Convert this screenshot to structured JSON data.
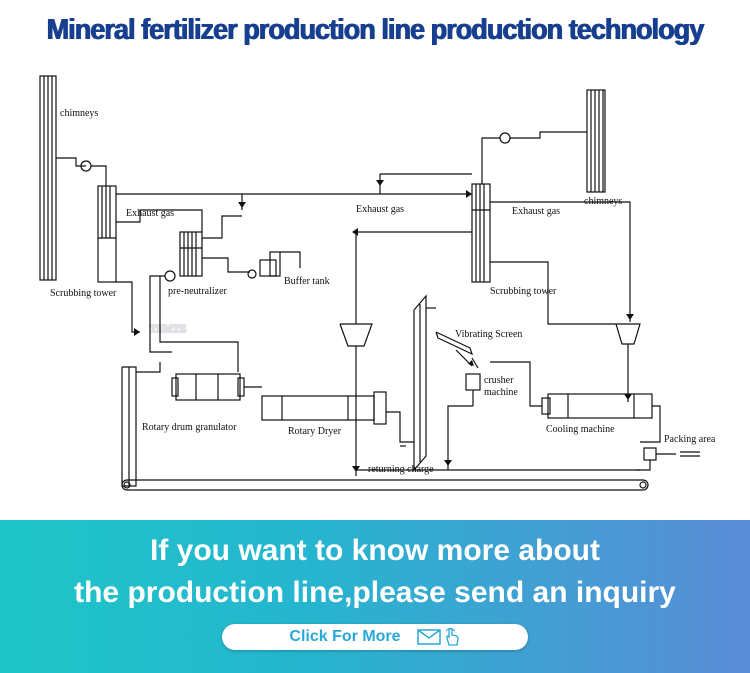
{
  "header": {
    "title": "Mineral fertilizer production line production technology"
  },
  "diagram": {
    "labels": {
      "chimneys_left": "chimneys",
      "chimneys_right": "chimneys",
      "exhaust_gas_left": "Exhaust gas",
      "exhaust_gas_mid": "Exhaust gas",
      "exhaust_gas_right": "Exhaust gas",
      "scrubbing_tower_left": "Scrubbing tower",
      "scrubbing_tower_right": "Scrubbing tower",
      "pre_neutralizer": "pre-neutralizer",
      "buffer_tank": "Buffer tank",
      "vibrating_screen": "Vibrating Screen",
      "crusher_line1": "crusher",
      "crusher_line2": "machine",
      "rotary_drum_granulator": "Rotary drum granulator",
      "rotary_dryer": "Rotary Dryer",
      "cooling_machine": "Cooling machine",
      "packing_area": "Packing area",
      "returning_charge": "returning charge"
    }
  },
  "banner": {
    "line1": "If you want to know more about",
    "line2": "the production line,please send an inquiry",
    "button_label": "Click For More"
  },
  "colors": {
    "title": "#173f8f",
    "banner_start": "#1ec5c7",
    "banner_end": "#5a8bd6",
    "button_text": "#27a8d8"
  }
}
